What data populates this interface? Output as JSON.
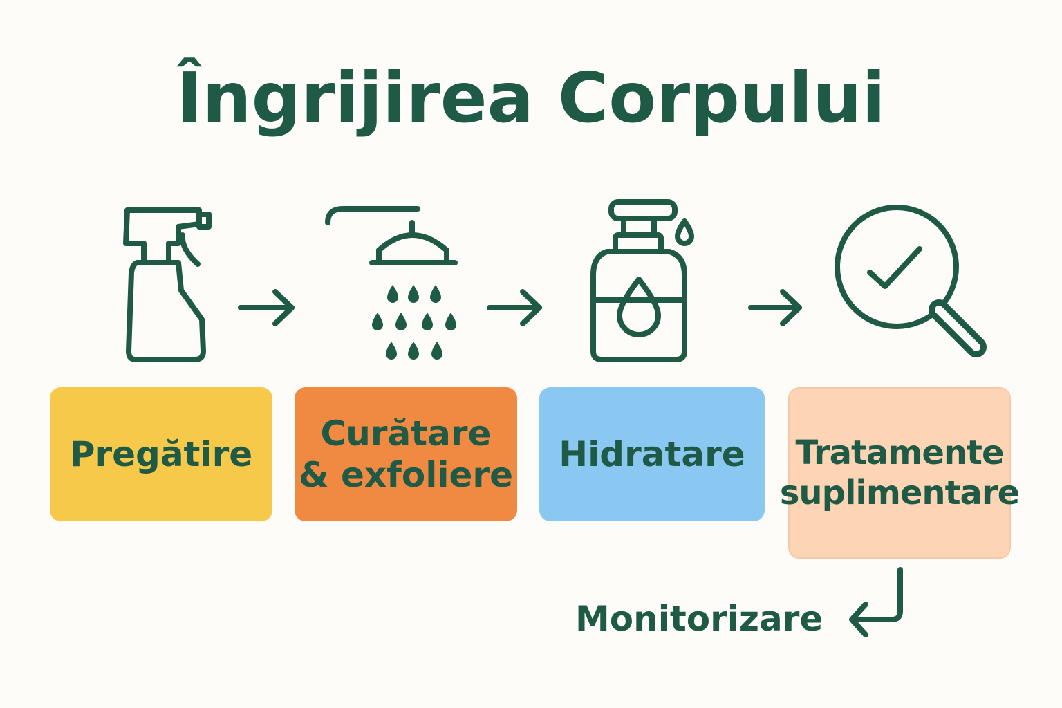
{
  "title": "Îngrijirea Corpului",
  "colors": {
    "text": "#1f5a46",
    "background": "#fdfcf8",
    "step1": "#f6c94a",
    "step2": "#f08a42",
    "step3": "#8ac8f2",
    "step4": "#fdd5b5"
  },
  "steps": [
    {
      "icon": "spray-bottle-icon",
      "lines": [
        "Pregătire"
      ]
    },
    {
      "icon": "shower-head-icon",
      "lines": [
        "Curătare",
        "& exfoliere"
      ]
    },
    {
      "icon": "pump-bottle-icon",
      "lines": [
        "Hidratare"
      ]
    },
    {
      "icon": "magnifier-check-icon",
      "lines": [
        "Tratamente",
        "suplimentare"
      ]
    }
  ],
  "final_step": {
    "label": "Monitorizare",
    "icon": "return-arrow-icon"
  }
}
